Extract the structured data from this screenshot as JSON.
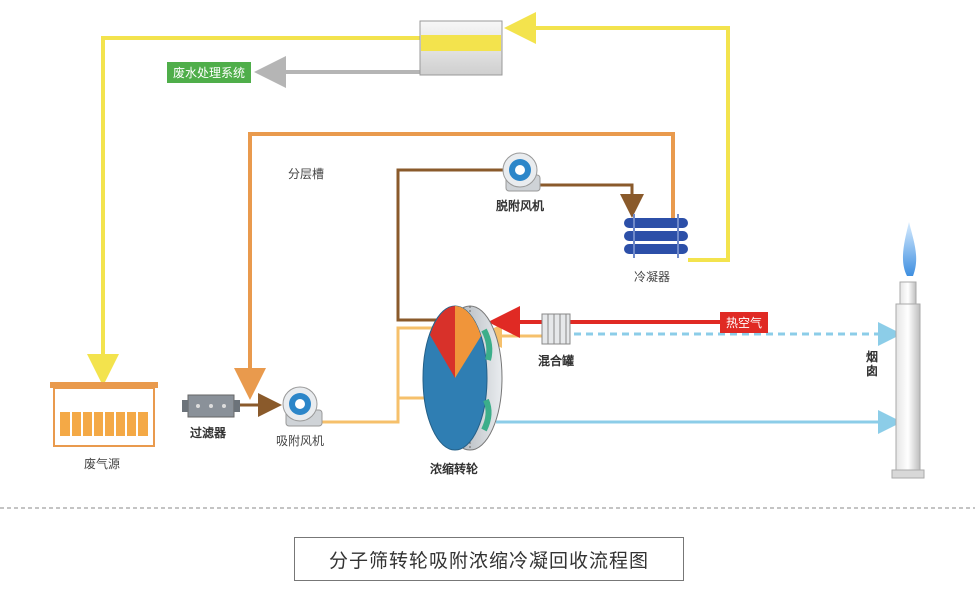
{
  "labels": {
    "waste_water": "废水处理系统",
    "layer_tank": "分层槽",
    "desorption_fan": "脱附风机",
    "condenser": "冷凝器",
    "hot_air": "热空气",
    "mixing_tank": "混合罐",
    "chimney": "烟囱",
    "filter": "过滤器",
    "adsorption_fan": "吸附风机",
    "waste_gas_source": "废气源",
    "rotor": "浓缩转轮"
  },
  "title": "分子筛转轮吸附浓缩冷凝回收流程图",
  "colors": {
    "yellow_line": "#f3e34d",
    "orange_line": "#e99a4d",
    "brown_line": "#8a5a2b",
    "red_line": "#e02a24",
    "light_orange": "#f6c06b",
    "blue_line": "#8ccde8",
    "rotor_blue": "#2f7eb3",
    "green_tag": "#4fae4a"
  }
}
